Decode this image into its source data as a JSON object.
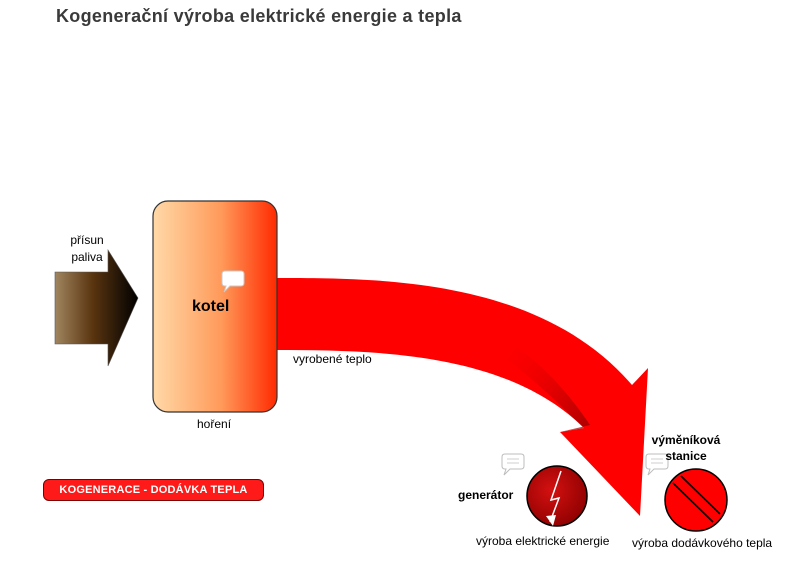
{
  "title": "Kogenerační výroba elektrické energie a tepla",
  "fuel": {
    "line1": "přísun",
    "line2": "paliva"
  },
  "boiler": {
    "label": "kotel",
    "process": "hoření"
  },
  "heat_flow": {
    "label": "vyrobené teplo"
  },
  "generator": {
    "label": "generátor",
    "output": "výroba elektrické energie"
  },
  "exchanger": {
    "line1": "výměníková",
    "line2": "stanice",
    "output": "výroba dodávkového tepla"
  },
  "mode_button": {
    "label": "KOGENERACE - DODÁVKA TEPLA"
  },
  "colors": {
    "heat": "#ff0000",
    "button": "#ff1a1a",
    "generator": "#c00000",
    "exchanger": "#ff0000",
    "boiler_start": "#ffd5a0",
    "boiler_end": "#ff3300"
  },
  "icons": {
    "comment": "speech-bubble-icon",
    "lightning": "lightning-icon"
  }
}
